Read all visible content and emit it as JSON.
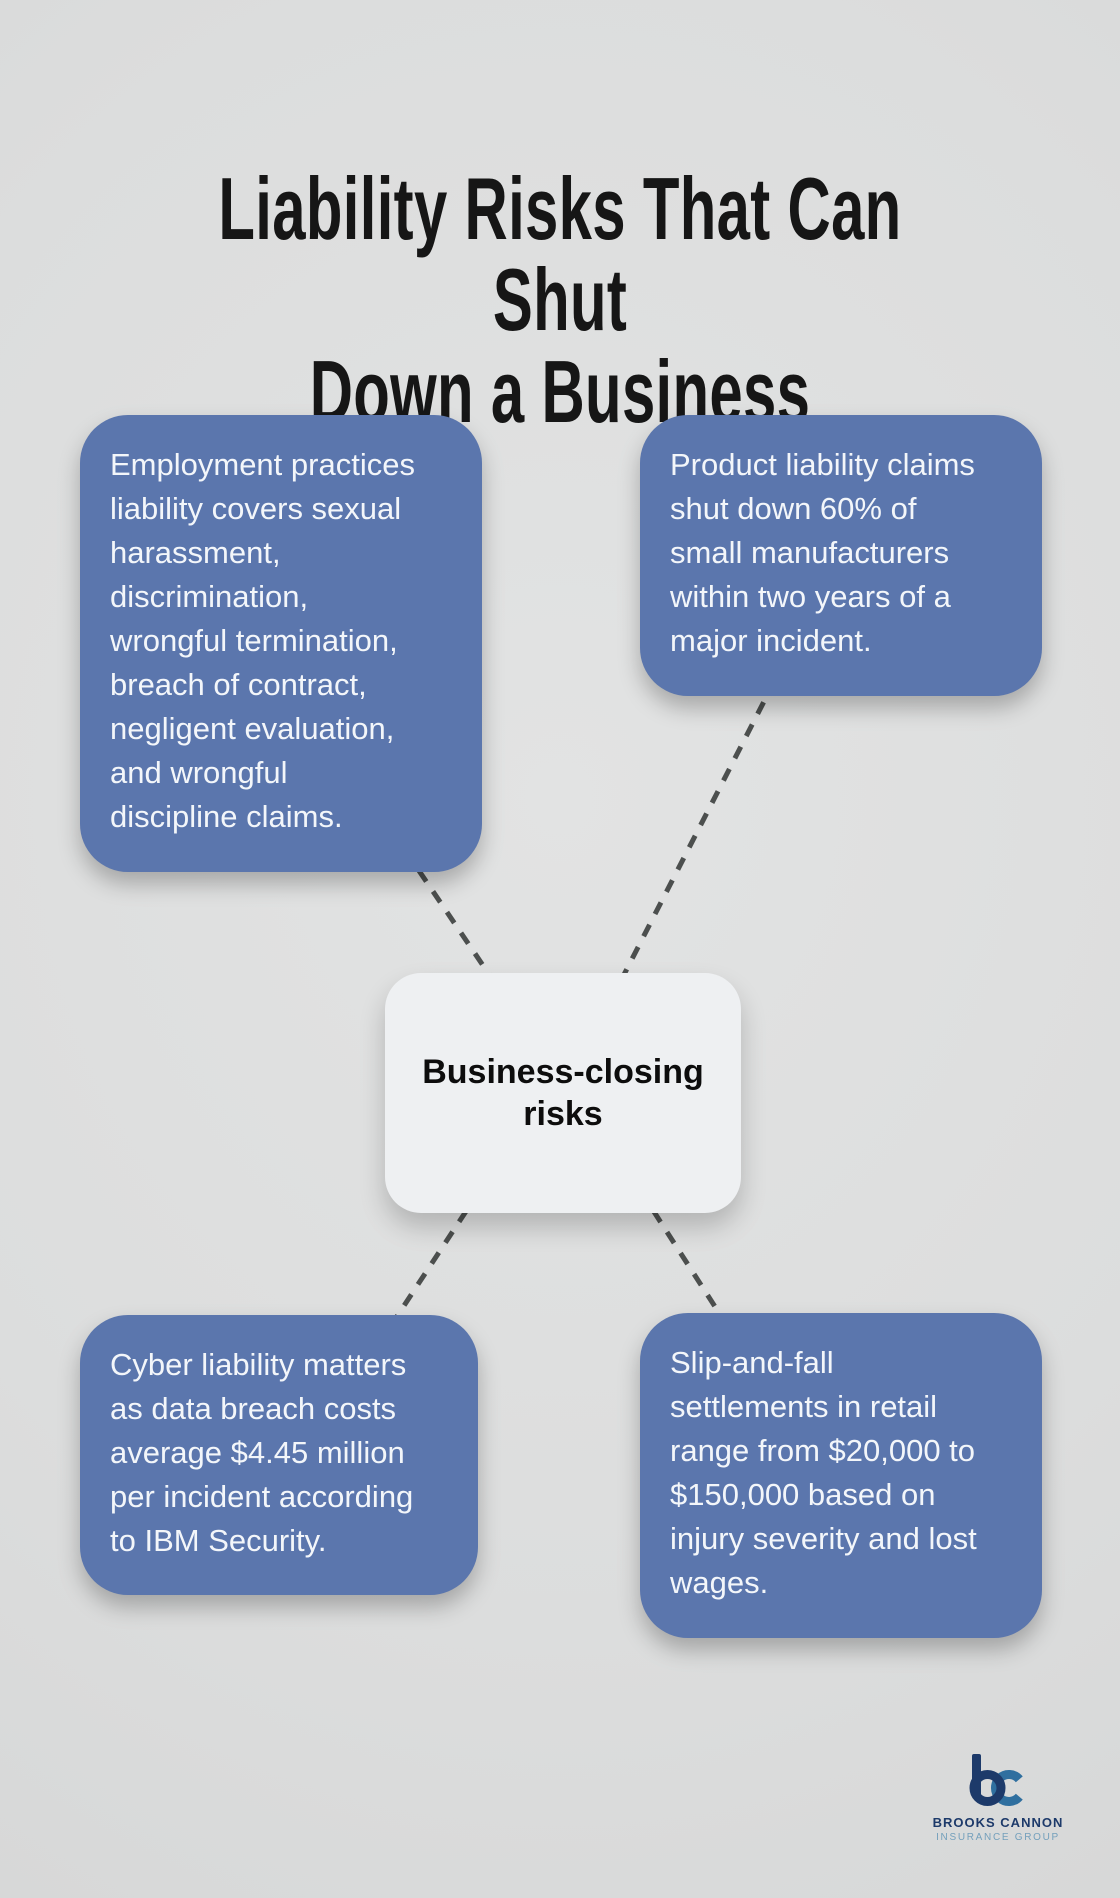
{
  "title": "Liability Risks That Can Shut\nDown a Business",
  "diagram": {
    "center_label": "Business-closing\nrisks",
    "nodes": [
      {
        "id": "employment-practices",
        "text": "Employment practices\nliability covers sexual\nharassment,\ndiscrimination,\nwrongful termination,\nbreach of contract,\nnegligent evaluation,\nand wrongful\ndiscipline claims."
      },
      {
        "id": "product-liability",
        "text": "Product liability claims\nshut down 60% of\nsmall manufacturers\nwithin two years of a\nmajor incident."
      },
      {
        "id": "cyber-liability",
        "text": "Cyber liability matters\nas data breach costs\naverage $4.45 million\nper incident according\nto IBM Security."
      },
      {
        "id": "slip-and-fall",
        "text": "Slip-and-fall\nsettlements in retail\nrange from $20,000 to\n$150,000 based on\ninjury severity and lost\nwages."
      }
    ]
  },
  "logo": {
    "monogram": "bc",
    "name": "BROOKS CANNON",
    "tagline": "INSURANCE GROUP"
  },
  "colors": {
    "background": "#dcdddd",
    "node_blue": "#5b76ad",
    "node_text": "#f3f6fa",
    "center_bg": "#eef0f2",
    "title_text": "#161616",
    "connector_dash": "#4c4f4e",
    "logo_navy": "#1d3a6a",
    "logo_blue": "#2f6f9f",
    "logo_tagline": "#74a0bc"
  }
}
